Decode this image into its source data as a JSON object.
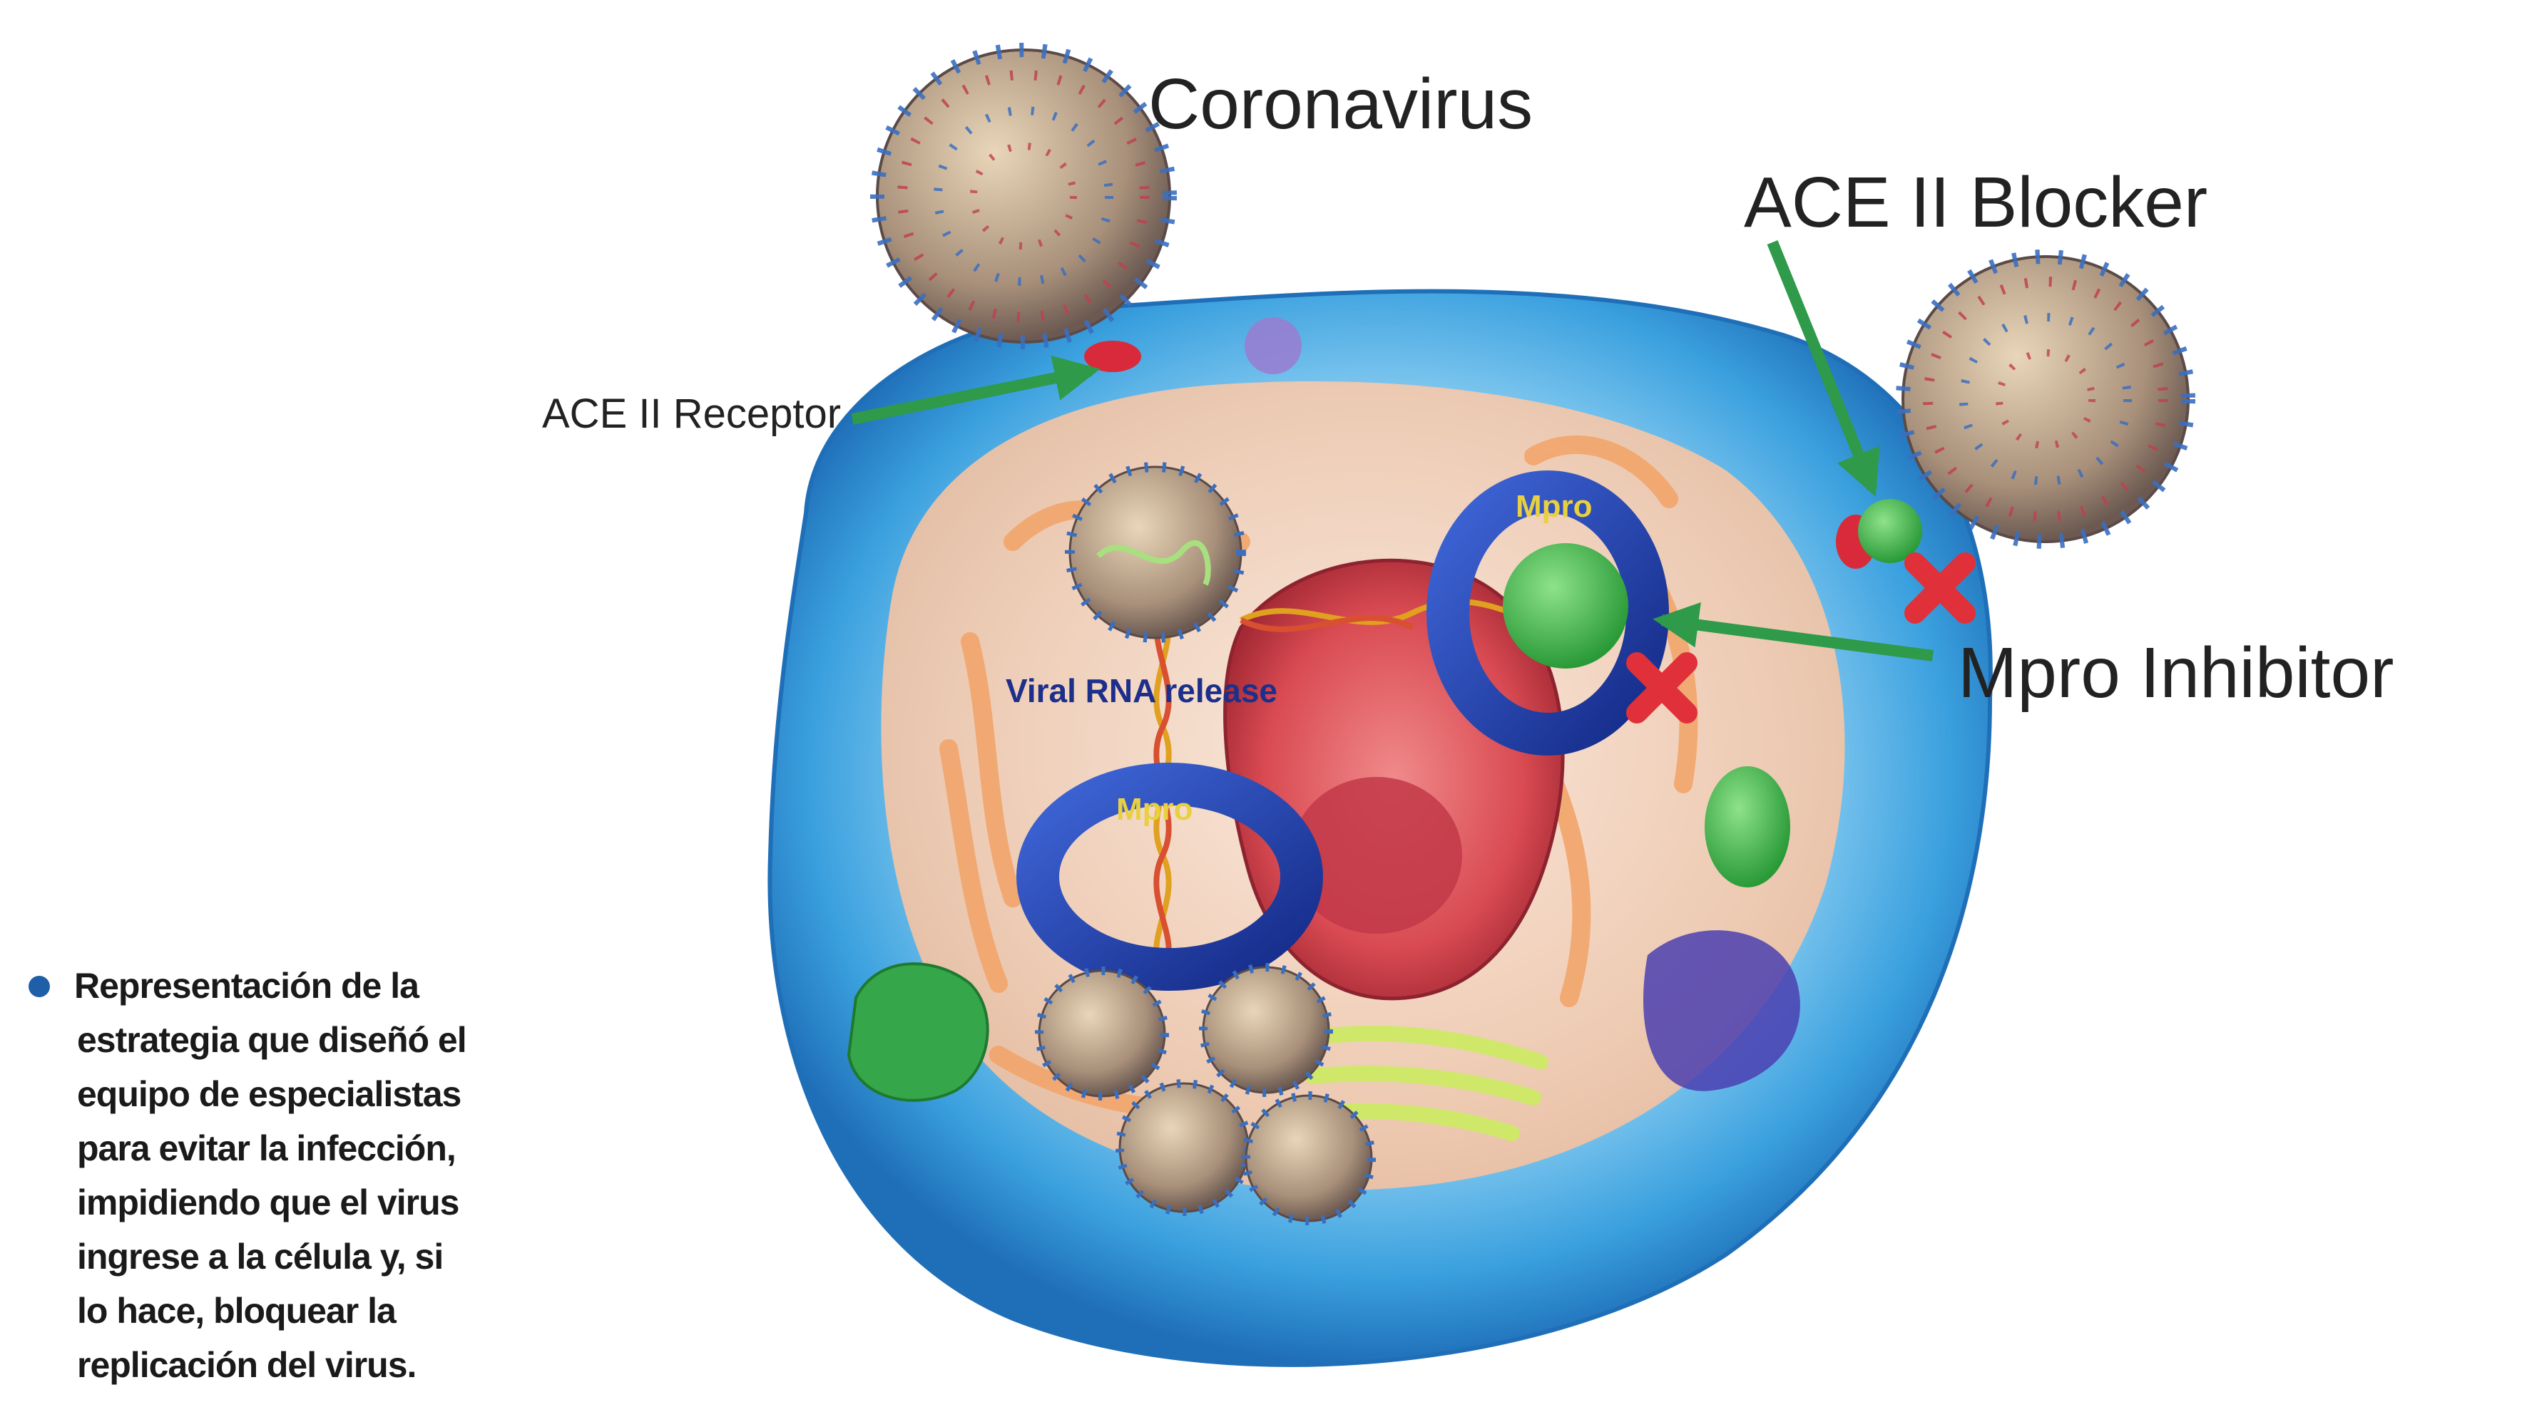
{
  "labels": {
    "coronavirus": "Coronavirus",
    "ace_blocker": "ACE II Blocker",
    "ace_receptor": "ACE II Receptor",
    "mpro_inhibitor": "Mpro Inhibitor",
    "viral_rna_release": "Viral RNA release",
    "mpro_top": "Mpro",
    "mpro_center": "Mpro"
  },
  "caption": {
    "lines": [
      "Representación de la",
      "estrategia que diseñó el",
      "equipo de especialistas",
      "para evitar la infección,",
      "impidiendo que el virus",
      "ingrese a la célula y, si",
      "lo hace, bloquear la",
      "replicación del virus."
    ]
  },
  "colors": {
    "arrow": "#2e9a4a",
    "block_x": "#e0303a",
    "mpro_ring": "#1c3fa8",
    "inhibitor": "#3fb84a",
    "cell_membrane": "#4fb3e8"
  },
  "icons": [
    "virus-particle",
    "block-x",
    "green-arrow",
    "mpro-ring",
    "rna-helix"
  ]
}
